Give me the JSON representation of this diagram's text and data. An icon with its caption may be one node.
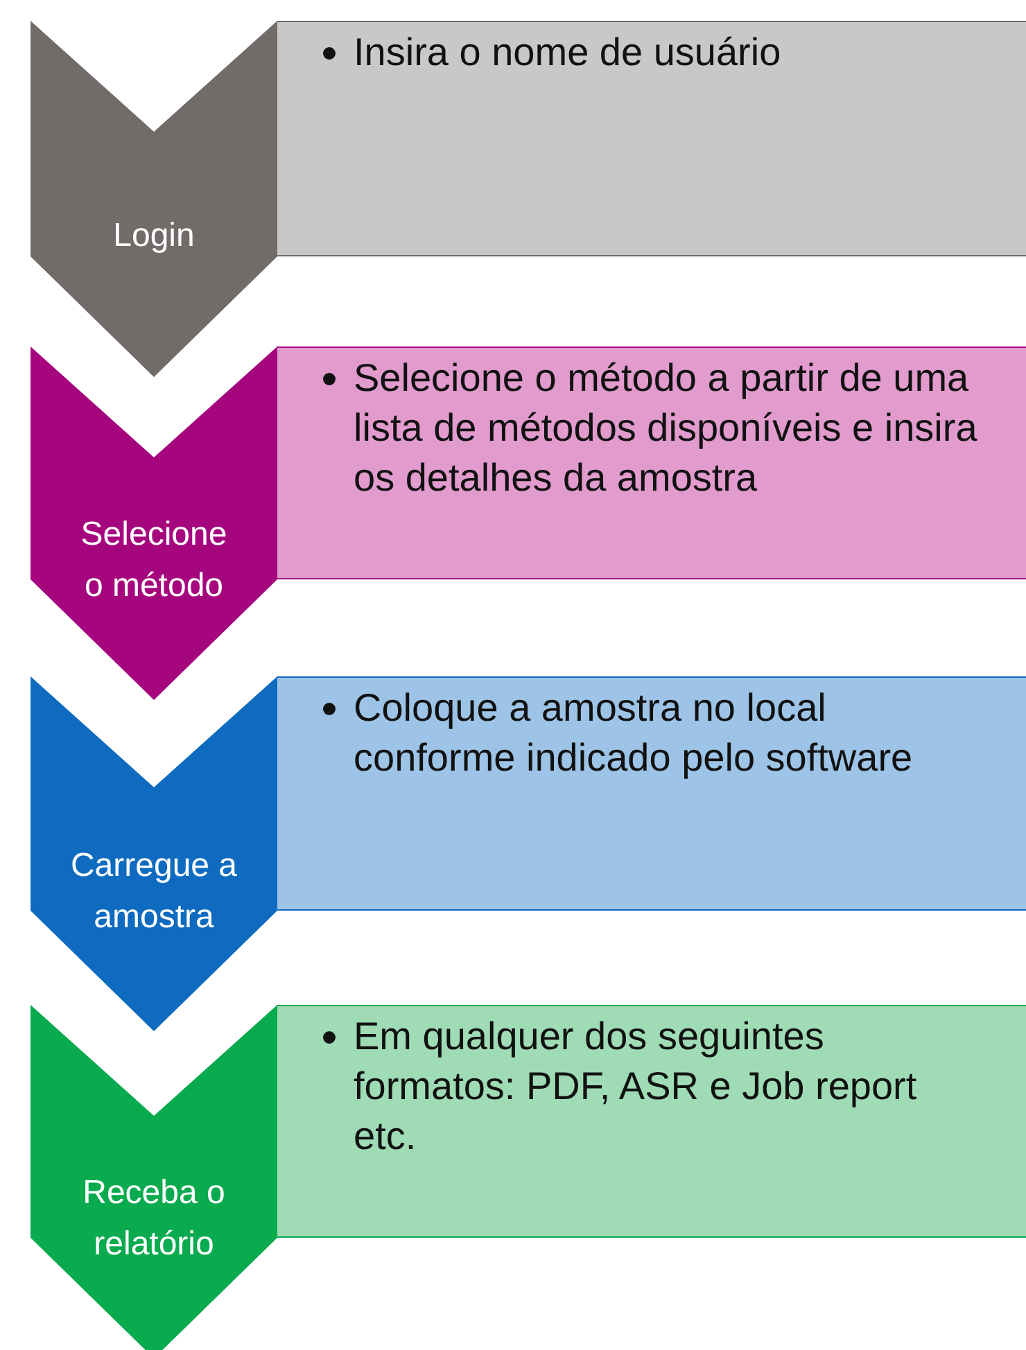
{
  "diagram": {
    "nodes": [
      {
        "text": [
          "Login"
        ]
      },
      {
        "text": [
          "Insira o nome de usuário"
        ]
      },
      {
        "text": [
          "Selecione o método"
        ]
      },
      {
        "text": [
          "Selecione o método a partir de uma lista de métodos disponíveis e insira os detalhes da amostra"
        ]
      },
      {
        "text": [
          "Carregue a amostra"
        ]
      },
      {
        "text": [
          "Coloque a amostra no local conforme indicado pelo software"
        ]
      },
      {
        "text": [
          "Receba o relatório"
        ]
      },
      {
        "text": [
          "Em qualquer dos seguintes formatos: PDF, ASR e Job report etc."
        ]
      }
    ]
  }
}
